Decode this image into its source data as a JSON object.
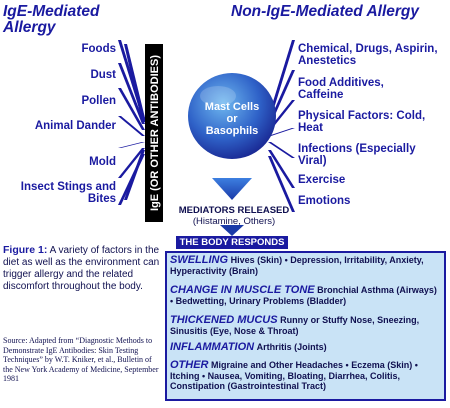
{
  "headings": {
    "left": "IgE-Mediated Allergy",
    "right": "Non-IgE-Mediated Allergy"
  },
  "left_factors": [
    "Foods",
    "Dust",
    "Pollen",
    "Animal Dander",
    "Mold",
    "Insect Stings and Bites"
  ],
  "right_factors": [
    "Chemical, Drugs, Aspirin, Anestetics",
    "Food Additives, Caffeine",
    "Physical Factors: Cold, Heat",
    "Infections (Especially Viral)",
    "Exercise",
    "Emotions"
  ],
  "vertical_bar": "IgE (OR OTHER ANTIBODIES)",
  "center": {
    "line1": "Mast Cells",
    "line2": "or",
    "line3": "Basophils"
  },
  "mediators": {
    "line1": "MEDIATORS RELEASED",
    "line2": "(Histamine, Others)"
  },
  "responds_label": "THE BODY RESPONDS",
  "responses": [
    {
      "title": "SWELLING",
      "detail": "Hives (Skin) • Depression, Irritability, Anxiety, Hyperactivity (Brain)"
    },
    {
      "title": "CHANGE IN MUSCLE TONE",
      "detail": "Bronchial Asthma (Airways) • Bedwetting, Urinary Problems (Bladder)"
    },
    {
      "title": "THICKENED MUCUS",
      "detail": "Runny or Stuffy Nose, Sneezing, Sinusitis (Eye, Nose & Throat)"
    },
    {
      "title": "INFLAMMATION",
      "detail": "Arthritis (Joints)"
    },
    {
      "title": "OTHER",
      "detail": "Migraine and Other Headaches • Eczema (Skin) • Itching • Nausea, Vomiting, Bloating, Diarrhea, Colitis, Constipation (Gastrointestinal Tract)"
    }
  ],
  "caption": {
    "label": "Figure 1:",
    "text": "A variety of factors in the diet as well as the environment can trigger allergy and the related discomfort throughout the body."
  },
  "source": "Source: Adapted from “Diagnostic Methods to Demonstrate IgE Antibodies: Skin Testing Techniques” by W.T. Kniker, et al., Bulletin of the New York Academy of Medicine, September 1981",
  "colors": {
    "navy": "#1a1aa0",
    "panel": "#c9e3f6",
    "bar": "#000000"
  }
}
